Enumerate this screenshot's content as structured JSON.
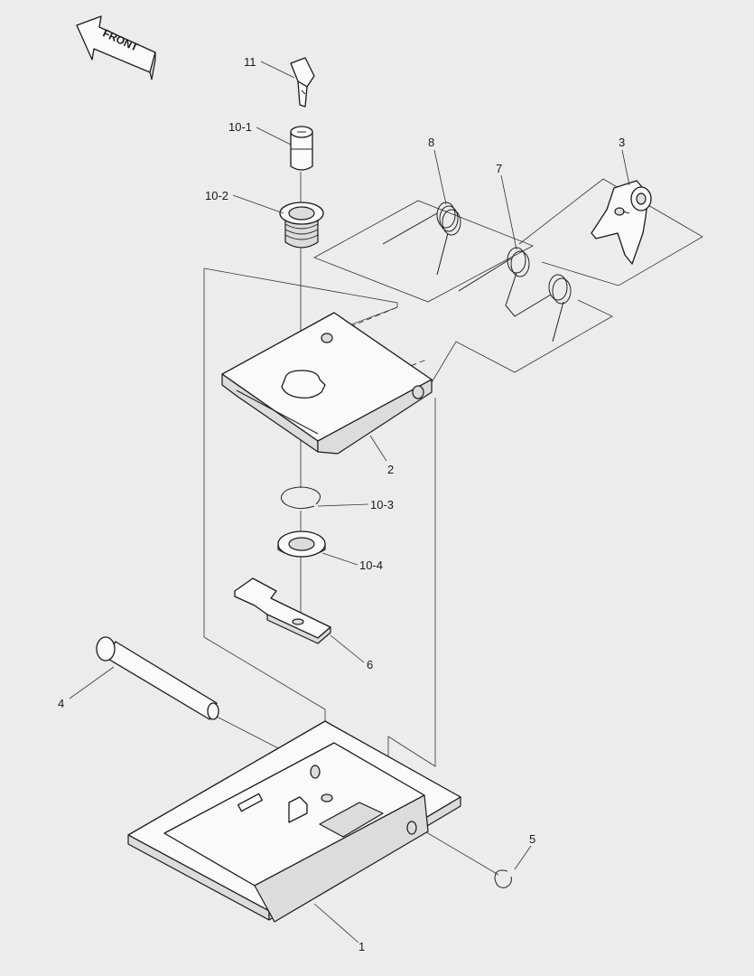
{
  "direction_arrow": {
    "label": "FRONT"
  },
  "callouts": {
    "p1": "1",
    "p2": "2",
    "p3": "3",
    "p4": "4",
    "p5": "5",
    "p6": "6",
    "p7": "7",
    "p8": "8",
    "p10_1": "10-1",
    "p10_2": "10-2",
    "p10_3": "10-3",
    "p10_4": "10-4",
    "p11": "11"
  }
}
